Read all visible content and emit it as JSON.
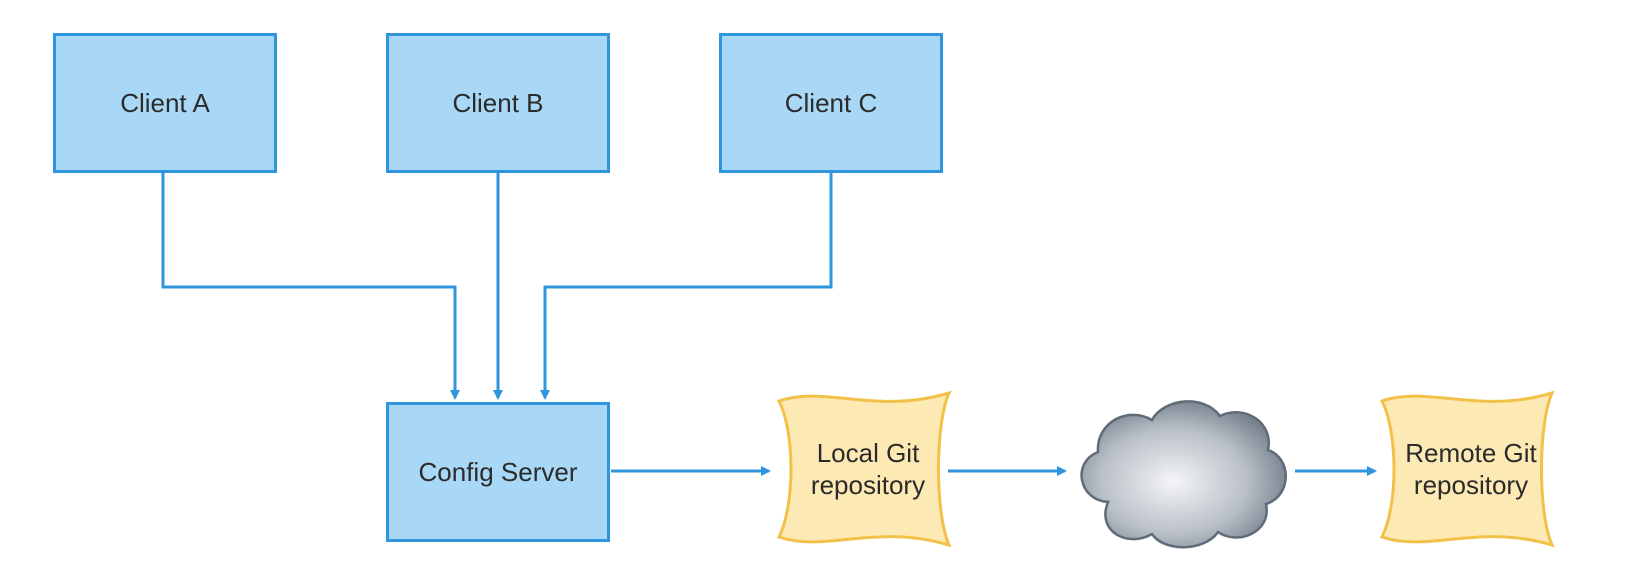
{
  "nodes": {
    "client_a": "Client A",
    "client_b": "Client B",
    "client_c": "Client C",
    "config_server": "Config Server",
    "local_git": "Local Git repository",
    "remote_git": "Remote Git repository"
  },
  "colors": {
    "box_fill": "#a8d8f5",
    "box_border": "#2f95dc",
    "arrow": "#2f95dc",
    "doc_fill": "#fde9b4",
    "doc_border": "#f2c14a",
    "cloud_dark": "#6f7a86",
    "cloud_light": "#eef0f3"
  },
  "icons": {
    "cloud": "cloud-icon"
  }
}
